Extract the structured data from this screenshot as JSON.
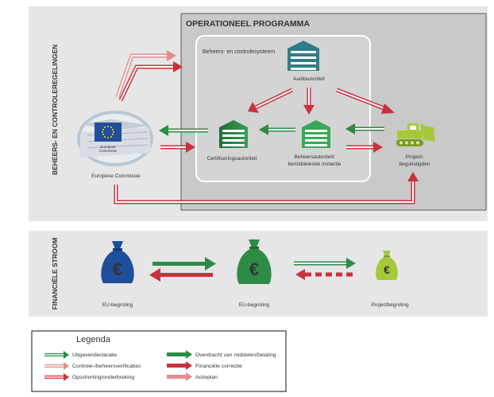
{
  "top_section": {
    "side_label": "BEHEERS- EN CONTROLEREGELINGEN",
    "op_title": "OPERATIONEEL PROGRAMMA",
    "inner_title": "Beheers- en controlesysteem",
    "audit": "Auditautoriteit",
    "certif": "Certificeringsautoriteit",
    "beheer_line1": "Beheersautoriteit/",
    "beheer_line2": "bemiddelende instantie",
    "project_line1": "Project-",
    "project_line2": "begunstigden",
    "ec_label": "Europese Commissie",
    "ec_logo_line1": "Europese",
    "ec_logo_line2": "Commissie"
  },
  "fin_section": {
    "side_label": "FINANCIËLE STROOM",
    "bag1_label": "EU-begroting",
    "bag2_label": "EU-begroting",
    "bag3_label": "Projectbegroting",
    "currency_symbol": "€"
  },
  "legend": {
    "title": "Legenda",
    "items": [
      "Uitgavendeclaratie",
      "Controle-/beheersverificaties",
      "Opschorting/onderbreking",
      "Overdracht van middelen/betaling",
      "Financiële correctie",
      "Actieplan"
    ]
  },
  "colors": {
    "green": "#2e8b46",
    "red": "#c8323c",
    "pink": "#e38c8c",
    "teal": "#2f7d86",
    "light_green": "#a6c93a",
    "blue": "#1f4e9a"
  }
}
